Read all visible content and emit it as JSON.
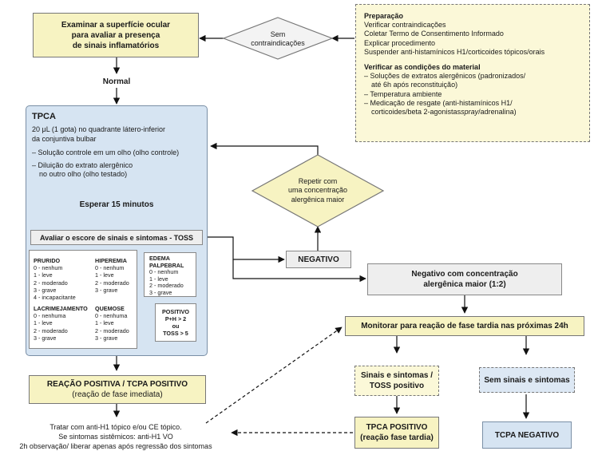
{
  "examine": {
    "line1": "Examinar a superfície ocular",
    "line2": "para avaliar a presença",
    "line3": "de sinais inflamatórios"
  },
  "no_contra": {
    "line1": "Sem",
    "line2": "contraindicações"
  },
  "prep": {
    "title": "Preparação",
    "items": [
      "Verificar contraindicações",
      "Coletar Termo de Consentimento Informado",
      "Explicar procedimento",
      "Suspender anti-histamínicos H1/corticoides tópicos/orais"
    ],
    "material_title": "Verificar as condições do material",
    "materials": [
      "– Soluções de extratos alergênicos (padronizados/",
      "até 6h após reconstituição)",
      "– Temperatura ambiente",
      "– Medicação de resgate (anti-histamínicos H1/",
      "corticoides/beta 2-agonistas",
      "spray",
      "/adrenalina)"
    ]
  },
  "normal": "Normal",
  "tpca": {
    "title": "TPCA",
    "desc1": "20 μL (1 gota) no quadrante látero-inferior",
    "desc2": "da conjuntiva bulbar",
    "opt1": "– Solução controle em um olho (olho controle)",
    "opt2a": "– Diluição do extrato alergênico",
    "opt2b": "no outro olho (olho testado)",
    "wait": "Esperar 15 minutos",
    "toss": "Avaliar o escore de sinais e sintomas - TOSS"
  },
  "scores": {
    "prurido": {
      "title": "PRURIDO",
      "items": [
        "0 - nenhum",
        "1 - leve",
        "2 - moderado",
        "3 - grave",
        "4 - incapacitante"
      ]
    },
    "hiperemia": {
      "title": "HIPEREMIA",
      "items": [
        "0 - nenhum",
        "1 - leve",
        "2 - moderado",
        "3 - grave"
      ]
    },
    "edema": {
      "title1": "EDEMA",
      "title2": "PALPEBRAL",
      "items": [
        "0 - nenhum",
        "1 - leve",
        "2 - moderado",
        "3 - grave"
      ]
    },
    "lacrimejamento": {
      "title": "LACRIMEJAMENTO",
      "items": [
        "0 - nenhuma",
        "1 - leve",
        "2 - moderado",
        "3 - grave"
      ]
    },
    "quemose": {
      "title": "QUEMOSE",
      "items": [
        "0 - nenhuma",
        "1 - leve",
        "2 - moderado",
        "3 - grave"
      ]
    },
    "positivo": {
      "line1": "POSITIVO",
      "line2": "P+H > 2",
      "line3": "ou",
      "line4": "TOSS > 5"
    }
  },
  "repeat": {
    "line1": "Repetir com",
    "line2": "uma concentração",
    "line3": "alergênica maior"
  },
  "negativo": "NEGATIVO",
  "neg_conc": {
    "line1": "Negativo com concentração",
    "line2": "alergênica maior (1:2)"
  },
  "monitor": "Monitorar para reação de fase tardia nas próximas 24h",
  "signs_pos": {
    "line1": "Sinais e sintomas /",
    "line2": "TOSS positivo"
  },
  "no_signs": "Sem sinais e sintomas",
  "reacao": {
    "line1": "REAÇÃO POSITIVA / TCPA POSITIVO",
    "line2": "(reação de fase imediata)"
  },
  "treat": {
    "line1": "Tratar com anti-H1 tópico e/ou CE tópico.",
    "line2": "Se sintomas sistêmicos: anti-H1 VO",
    "line3": "2h observação/ liberar apenas após regressão dos sintomas"
  },
  "tpca_late": {
    "line1": "TPCA POSITIVO",
    "line2": "(reação fase tardia)"
  },
  "tcpa_neg": "TCPA NEGATIVO",
  "colors": {
    "yellow": "#f7f3c2",
    "blue": "#d6e4f2",
    "gray": "#eeeeee",
    "arrow_blue": "#2e6fbf"
  }
}
